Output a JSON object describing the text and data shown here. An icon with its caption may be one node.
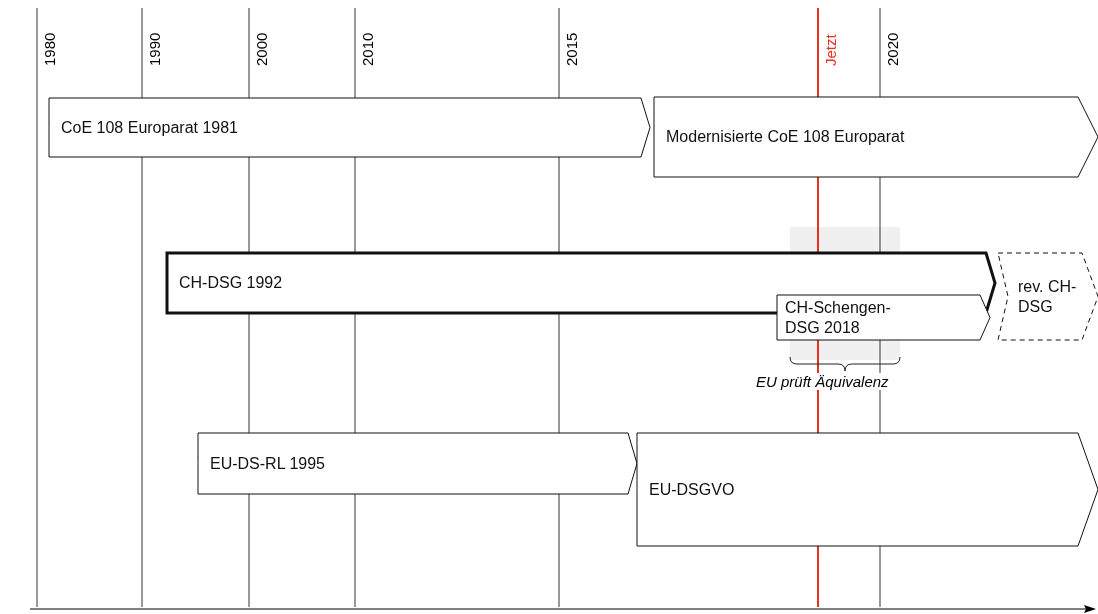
{
  "diagram": {
    "nodes": [
      {
        "text": [
          "CoE 108 Europarat 1981"
        ]
      },
      {
        "text": [
          "Modernisierte CoE 108 Europarat"
        ]
      },
      {
        "text": [
          "CH-DSG 1992"
        ]
      },
      {
        "text": [
          "CH-Schengen-DSG 2018"
        ]
      },
      {
        "text": [
          "rev. CH-DSG"
        ]
      },
      {
        "text": [
          "EU-DS-RL 1995"
        ]
      },
      {
        "text": [
          "EU-DSGVO"
        ]
      }
    ],
    "labels": [
      "1980",
      "1990",
      "2000",
      "2010",
      "2015",
      "Jetzt",
      "2020",
      "EU prüft Äquivalenz"
    ]
  }
}
